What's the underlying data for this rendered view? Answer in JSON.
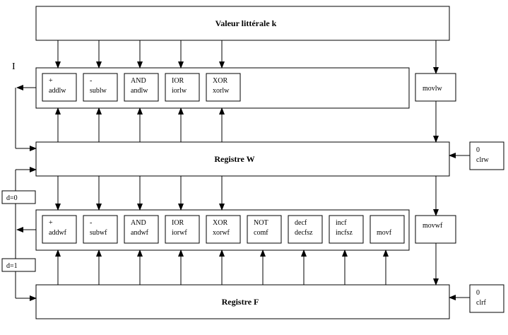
{
  "blocks": {
    "literal": "Valeur littérale k",
    "reg_w": "Registre W",
    "reg_f": "Registre F"
  },
  "ops_w": [
    {
      "sym": "+",
      "name": "addlw"
    },
    {
      "sym": "-",
      "name": "sublw"
    },
    {
      "sym": "AND",
      "name": "andlw"
    },
    {
      "sym": "IOR",
      "name": "iorlw"
    },
    {
      "sym": "XOR",
      "name": "xorlw"
    }
  ],
  "movlw": "movlw",
  "ops_f": [
    {
      "sym": "+",
      "name": "addwf"
    },
    {
      "sym": "-",
      "name": "subwf"
    },
    {
      "sym": "AND",
      "name": "andwf"
    },
    {
      "sym": "IOR",
      "name": "iorwf"
    },
    {
      "sym": "XOR",
      "name": "xorwf"
    },
    {
      "sym": "NOT",
      "name": "comf"
    },
    {
      "sym": "decf",
      "name": "decfsz"
    },
    {
      "sym": "incf",
      "name": "incfsz"
    },
    {
      "sym": "",
      "name": "movf"
    }
  ],
  "movwf": "movwf",
  "clrw": {
    "sym": "0",
    "name": "clrw"
  },
  "clrf": {
    "sym": "0",
    "name": "clrf"
  },
  "d0": "d=0",
  "d1": "d=1",
  "cursor_mark": "I"
}
